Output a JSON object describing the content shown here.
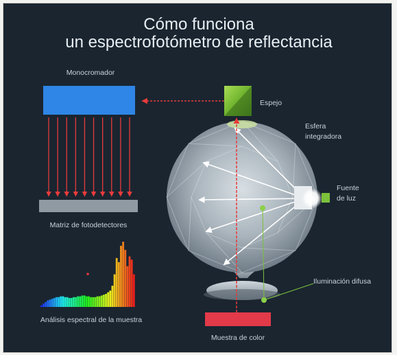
{
  "title": {
    "line1": "Cómo funciona",
    "line2": "un espectrofotómetro de reflectancia"
  },
  "labels": {
    "monochromator": "Monocromador",
    "mirror": "Espejo",
    "sphere_line1": "Esfera",
    "sphere_line2": "integradora",
    "light_line1": "Fuente",
    "light_line2": "de luz",
    "detector_array": "Matriz de fotodetectores",
    "diffuse": "Iluminación difusa",
    "spectral": "Análisis espectral de la muestra",
    "sample": "Muestra de color"
  },
  "colors": {
    "background": "#1a2530",
    "monochromator": "#2f86e6",
    "mirror": "#7cc23a",
    "detector": "#8f9aa3",
    "sample": "#e23a49",
    "beam": "#e83b3b",
    "sphere": "#aeb8c0",
    "light": "#ffffff"
  },
  "spectrum_bars": [
    2,
    4,
    6,
    8,
    9,
    10,
    11,
    12,
    12,
    13,
    13,
    12,
    12,
    11,
    11,
    12,
    12,
    13,
    13,
    14,
    14,
    13,
    13,
    12,
    12,
    12,
    13,
    13,
    14,
    15,
    16,
    18,
    20,
    26,
    40,
    60,
    55,
    75,
    80,
    70,
    50,
    62,
    58,
    40
  ]
}
